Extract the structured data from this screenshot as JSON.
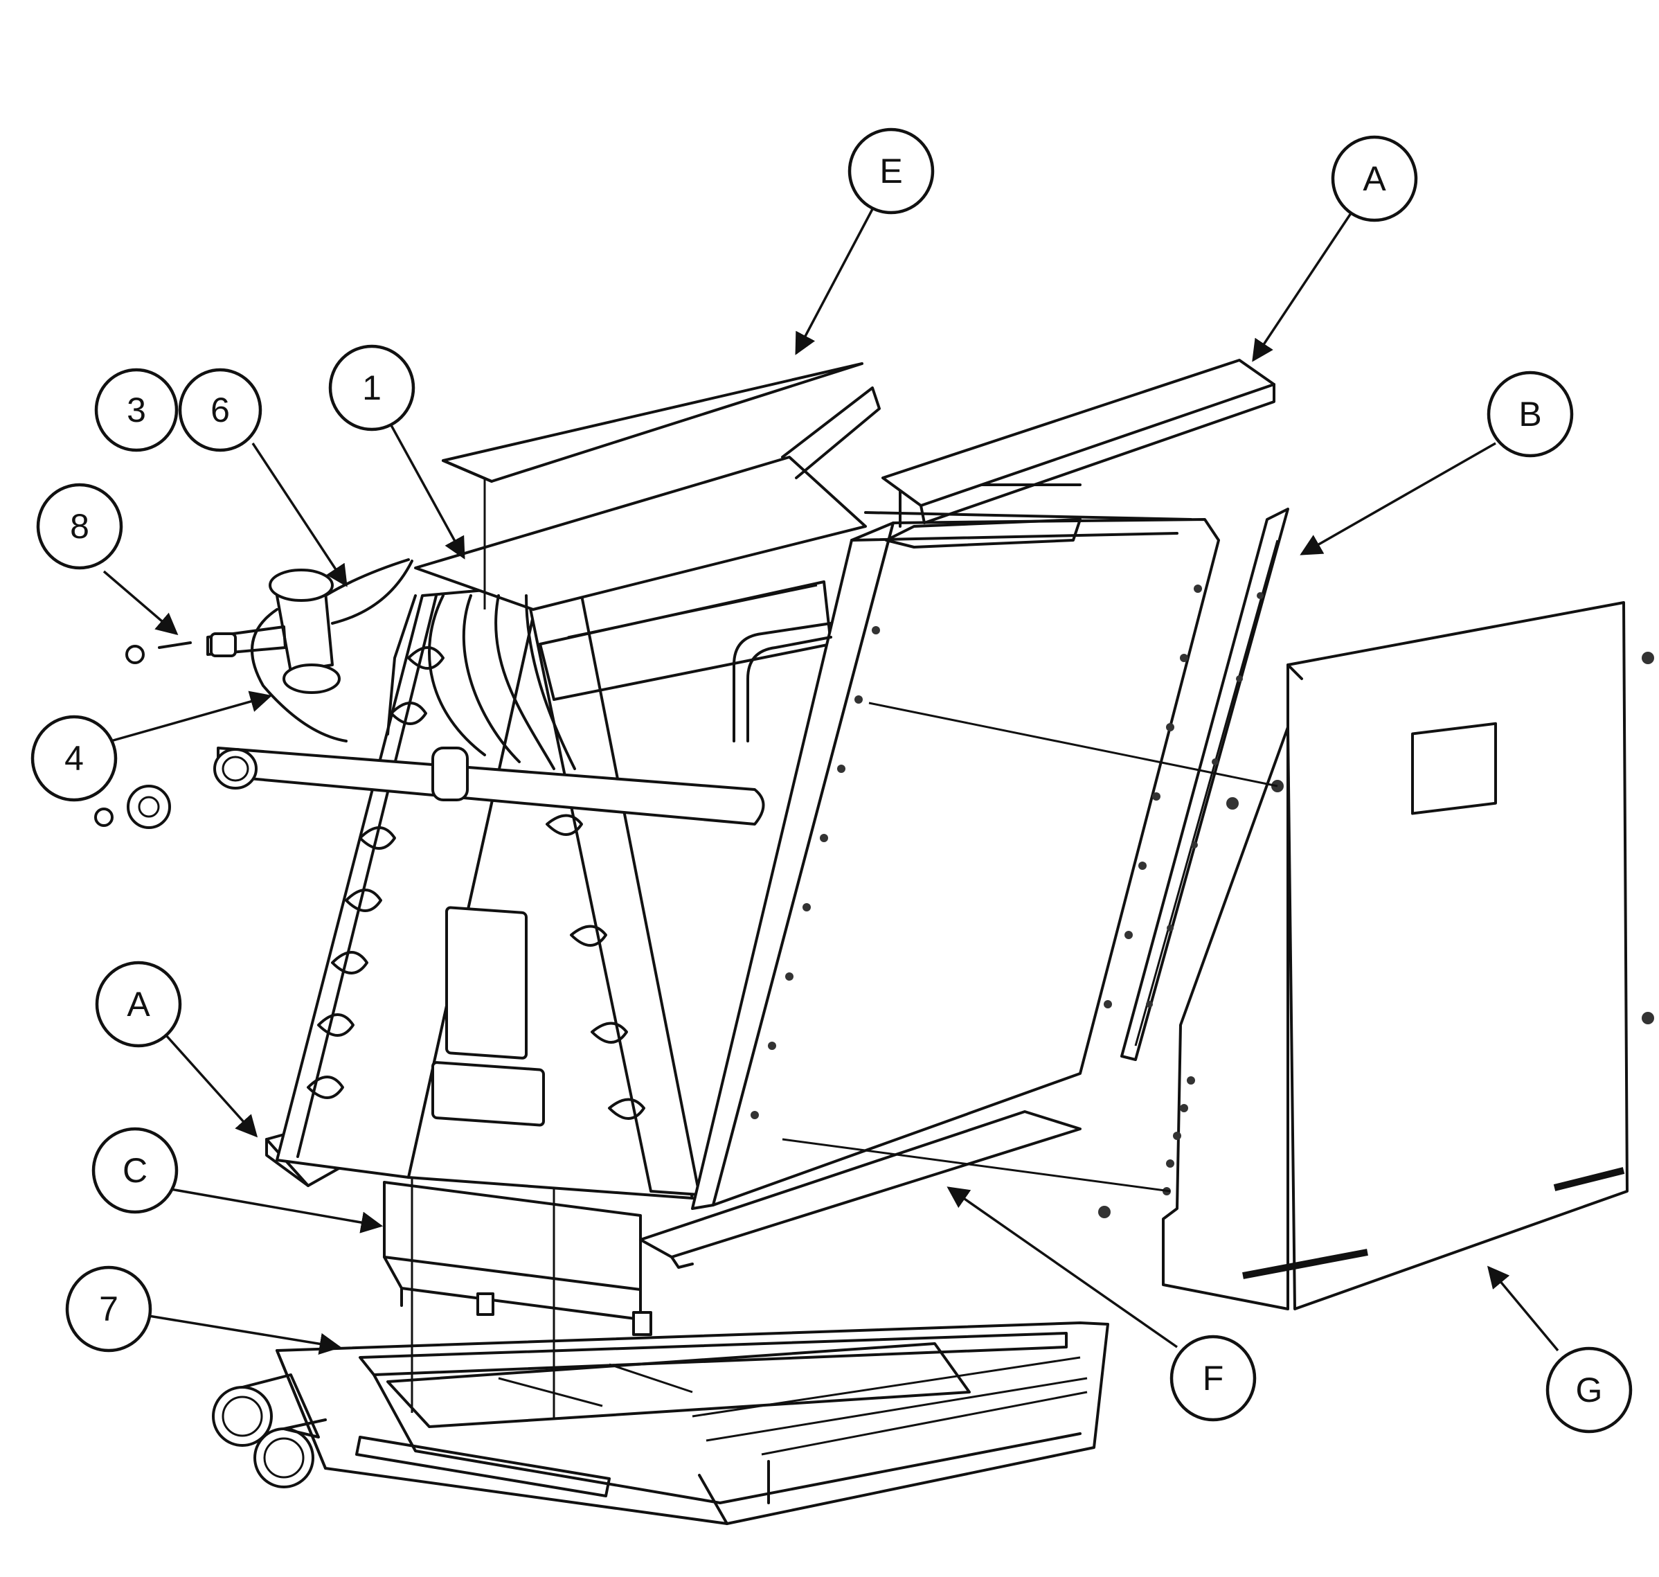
{
  "callouts": [
    {
      "id": "E",
      "label": "E"
    },
    {
      "id": "A-top",
      "label": "A"
    },
    {
      "id": "B",
      "label": "B"
    },
    {
      "id": "3",
      "label": "3"
    },
    {
      "id": "6",
      "label": "6"
    },
    {
      "id": "1",
      "label": "1"
    },
    {
      "id": "8",
      "label": "8"
    },
    {
      "id": "4",
      "label": "4"
    },
    {
      "id": "A-bottom",
      "label": "A"
    },
    {
      "id": "C",
      "label": "C"
    },
    {
      "id": "7",
      "label": "7"
    },
    {
      "id": "F",
      "label": "F"
    },
    {
      "id": "G",
      "label": "G"
    }
  ]
}
